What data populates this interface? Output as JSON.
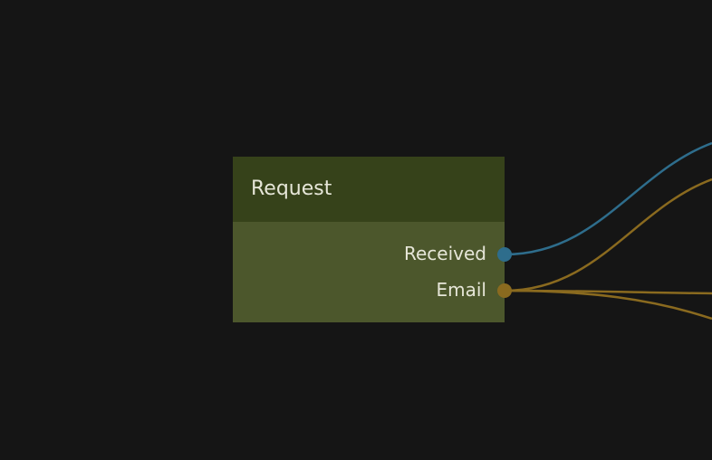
{
  "node": {
    "title": "Request",
    "outputs": [
      {
        "label": "Received",
        "port_color": "#2e6d8c"
      },
      {
        "label": "Email",
        "port_color": "#8a6a1f"
      }
    ]
  },
  "colors": {
    "background": "#151515",
    "header": "#36421a",
    "body": "#4c572c",
    "text": "#e6e6d8",
    "wire_blue": "#2e6d8c",
    "wire_orange": "#8a6a1f"
  }
}
